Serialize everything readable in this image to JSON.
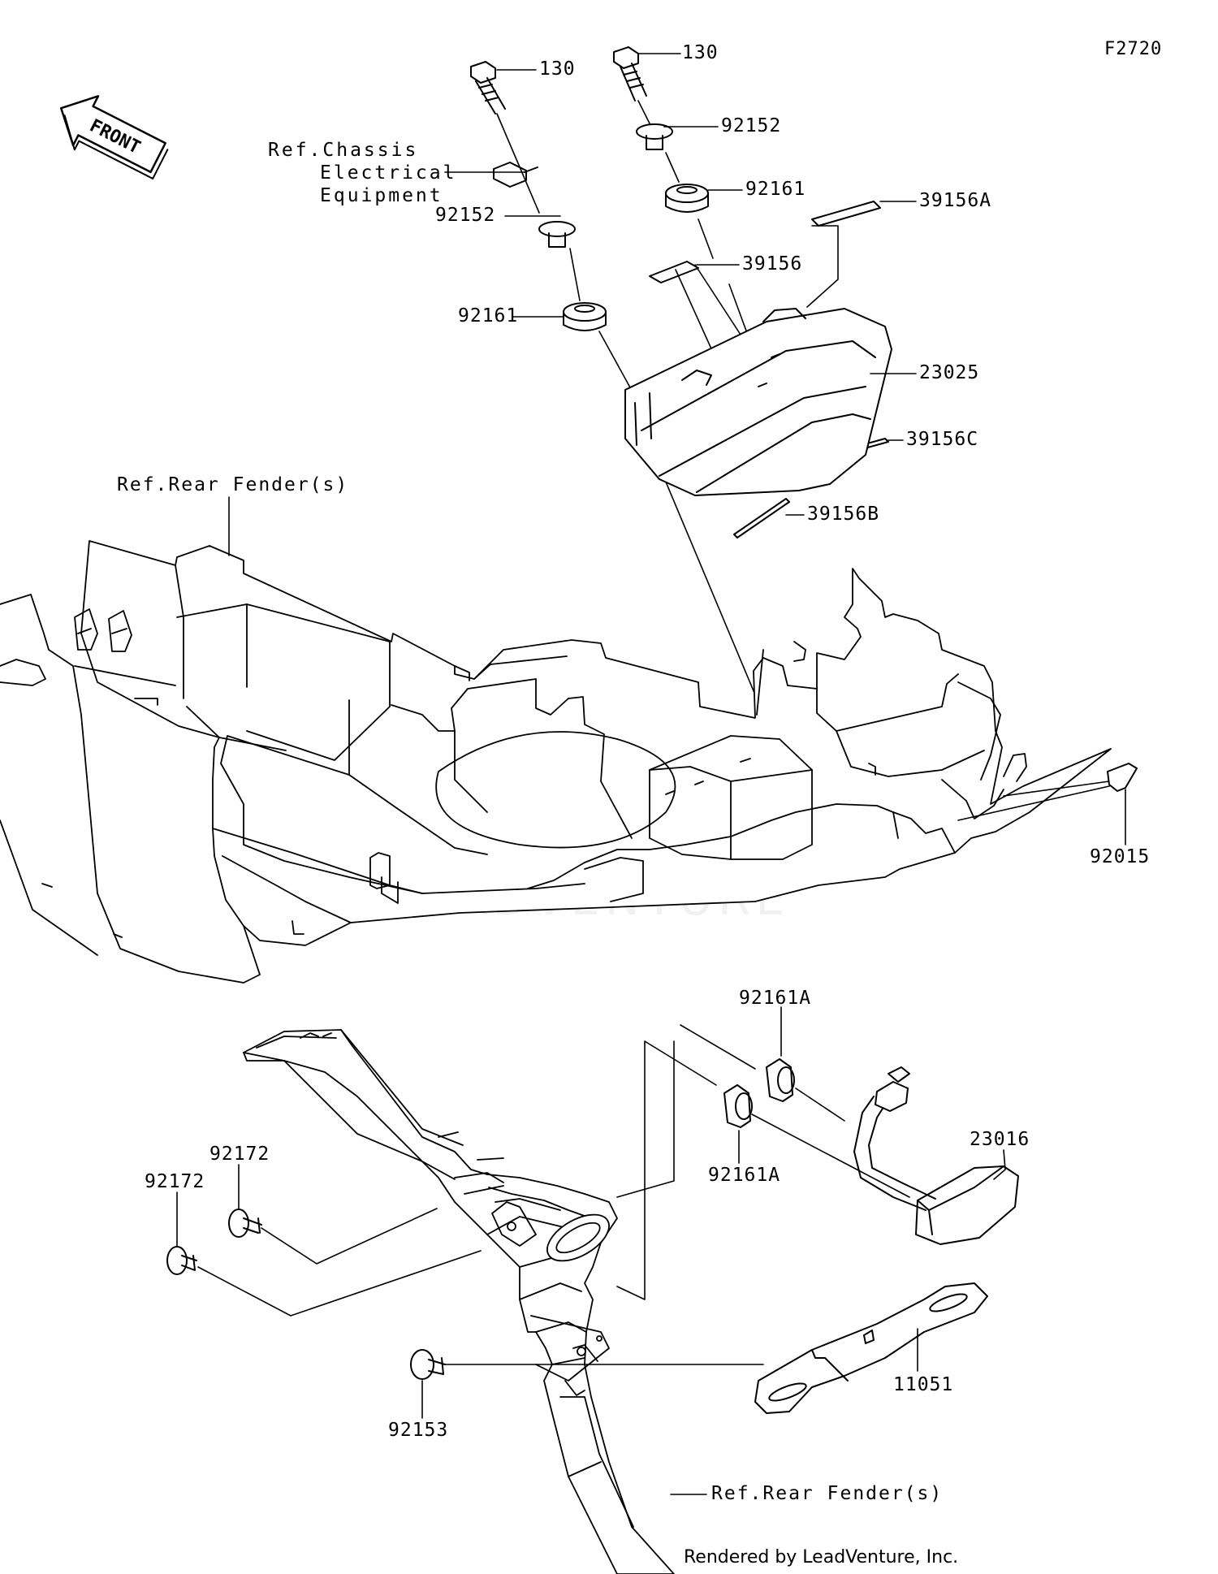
{
  "page_code": "F2720",
  "front_arrow_label": "FRONT",
  "watermark": "LEADVENTURE",
  "credit": "Rendered by LeadVenture, Inc.",
  "references": {
    "chassis_line1": "Ref.Chassis",
    "chassis_line2": "Electrical",
    "chassis_line3": "Equipment",
    "rear_fender_top": "Ref.Rear Fender(s)",
    "rear_fender_bottom": "Ref.Rear Fender(s)"
  },
  "callouts": {
    "bolt_left": "130",
    "bolt_right": "130",
    "collar_right": "92152",
    "collar_left": "92152",
    "grommet_right": "92161",
    "grommet_left": "92161",
    "label_39156a": "39156A",
    "label_39156": "39156",
    "tail_light": "23025",
    "label_39156c": "39156C",
    "label_39156b": "39156B",
    "clip": "92015",
    "grommet_a_top": "92161A",
    "grommet_a_bottom": "92161A",
    "license_light": "23016",
    "screw_upper": "92172",
    "screw_lower": "92172",
    "screw_bracket": "92153",
    "bracket": "11051"
  }
}
